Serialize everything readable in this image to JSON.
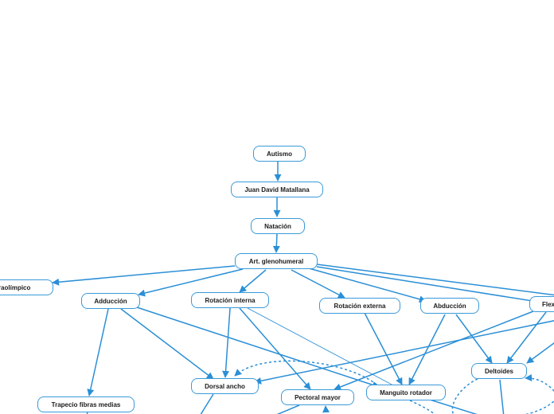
{
  "map": {
    "accent_color": "#3a9ad9",
    "nodes": {
      "autismo": "Autismo",
      "juan": "Juan David Matallana",
      "natacion": "Natación",
      "glenohumeral": "Art. glenohumeral",
      "paraolimpico": "paraolímpico",
      "aduccion": "Adducción",
      "rot_interna": "Rotación interna",
      "rot_externa": "Rotación externa",
      "abduccion": "Abducción",
      "flexion": "Flex",
      "deltoides": "Deltoides",
      "dorsal": "Dorsal ancho",
      "pectoral": "Pectoral mayor",
      "manguito": "Manguito rotador",
      "trapecio": "Trapecio fibras medias"
    }
  }
}
